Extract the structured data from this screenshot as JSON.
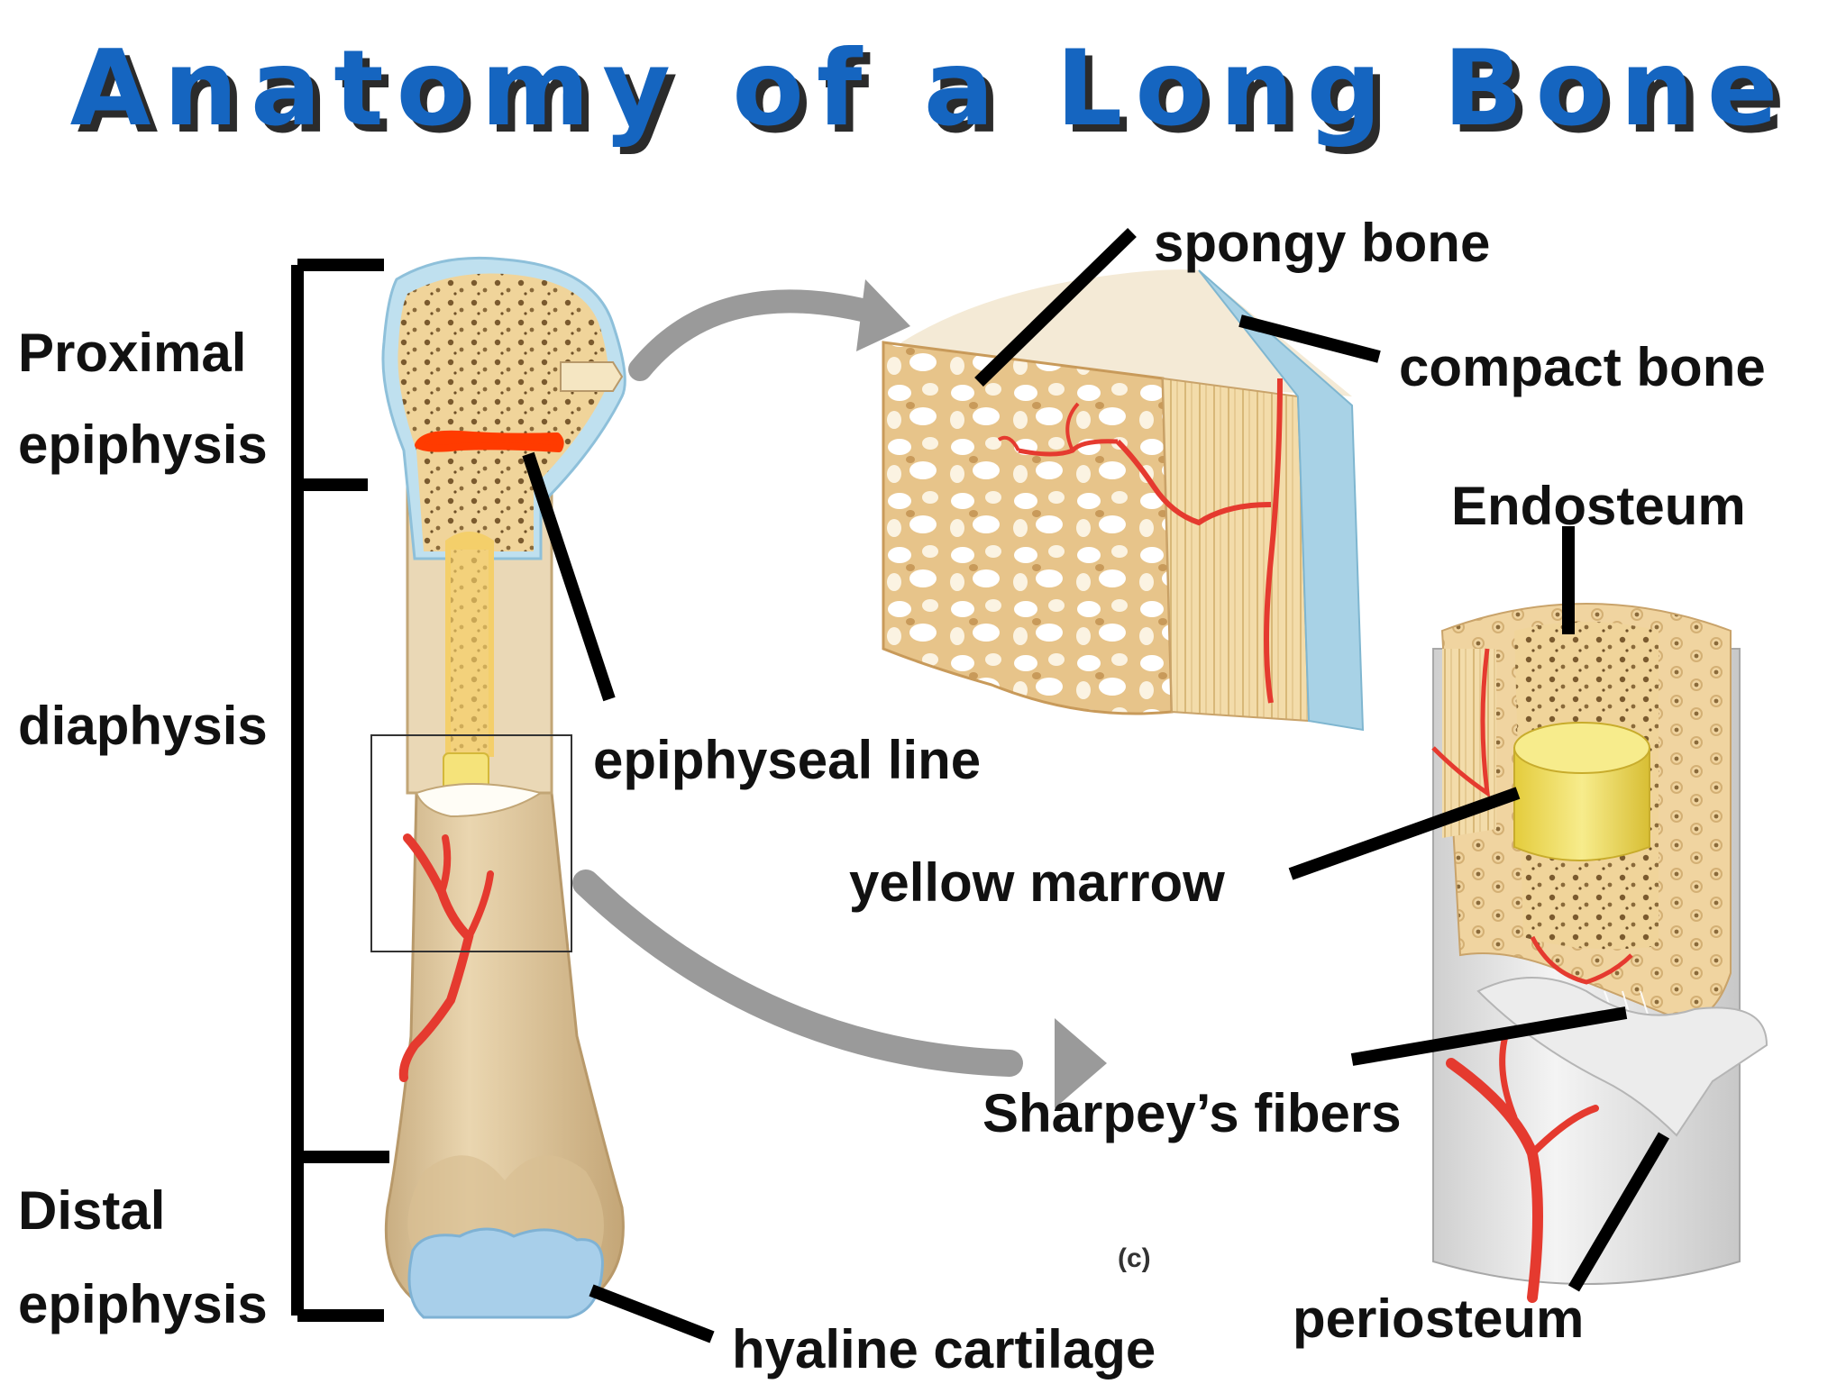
{
  "title": "Anatomy of a Long Bone",
  "labels": {
    "proximal_line1": "Proximal",
    "proximal_line2": "epiphysis",
    "diaphysis": "diaphysis",
    "distal_line1": "Distal",
    "distal_line2": "epiphysis",
    "spongy_bone": "spongy bone",
    "compact_bone": "compact bone",
    "endosteum": "Endosteum",
    "epiphyseal_line": "epiphyseal line",
    "yellow_marrow": "yellow marrow",
    "sharpeys_fibers": "Sharpey’s fibers",
    "hyaline_cartilage": "hyaline cartilage",
    "periosteum": "periosteum",
    "figure_tag": "(c)"
  },
  "colors": {
    "title": "#1565c0",
    "bone": "#e6d2a8",
    "spongy": "#f2d59a",
    "cartilage": "#a8cfea",
    "vessel": "#e53a2f",
    "epiphyseal_line": "#ff3b00",
    "marrow": "#f2e26a",
    "arrow": "#9a9a9a",
    "pointer": "#000000"
  }
}
